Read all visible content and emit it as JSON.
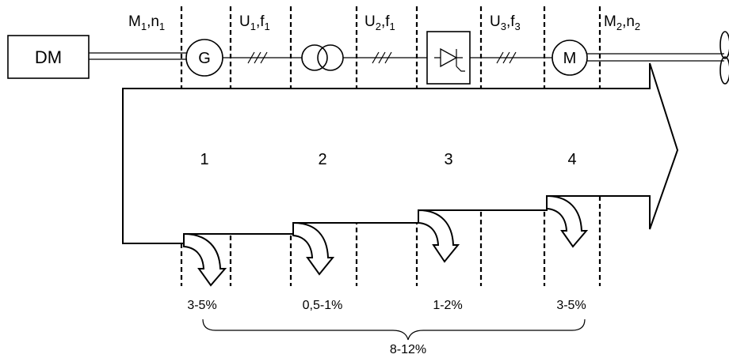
{
  "drive_motor_label": "DM",
  "generator_label": "G",
  "motor_label": "M",
  "quantities": [
    {
      "main": "M",
      "sub1": "1",
      "mid": ",n",
      "sub2": "1"
    },
    {
      "main": "U",
      "sub1": "1",
      "mid": ",f",
      "sub2": "1"
    },
    {
      "main": "U",
      "sub1": "2",
      "mid": ",f",
      "sub2": "1"
    },
    {
      "main": "U",
      "sub1": "3",
      "mid": ",f",
      "sub2": "3"
    },
    {
      "main": "M",
      "sub1": "2",
      "mid": ",n",
      "sub2": "2"
    }
  ],
  "stages": [
    "1",
    "2",
    "3",
    "4"
  ],
  "losses": [
    "3-5%",
    "0,5-1%",
    "1-2%",
    "3-5%"
  ],
  "total_loss": "8-12%"
}
